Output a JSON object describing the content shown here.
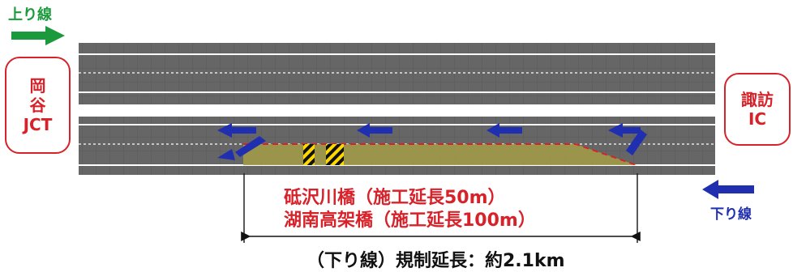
{
  "up_line": {
    "label": "上り線",
    "arrow_color": "#1a9a3c"
  },
  "down_line": {
    "label": "下り線",
    "arrow_color": "#1f2fb0"
  },
  "left_box": {
    "line1": "岡",
    "line2": "谷",
    "line3": "JCT"
  },
  "right_box": {
    "line1": "諏訪",
    "line2": "IC"
  },
  "bridges": [
    {
      "text": "砥沢川橋（施工延長50m）"
    },
    {
      "text": "湖南高架橋（施工延長100m）"
    }
  ],
  "regulation": {
    "text": "（下り線）規制延長：約2.1km"
  },
  "colors": {
    "road": "#636363",
    "construction_zone": "#a09a48",
    "boundary": "#d8222a",
    "accent_red": "#d8222a"
  }
}
